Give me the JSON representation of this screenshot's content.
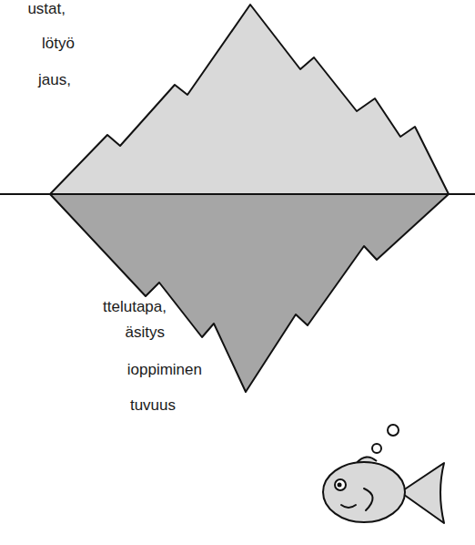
{
  "diagram": {
    "labels": [
      "ustat,",
      "lötyö",
      "jaus,",
      "ttelutapa,",
      "äsitys",
      "ioppiminen",
      "tuvuus"
    ]
  }
}
